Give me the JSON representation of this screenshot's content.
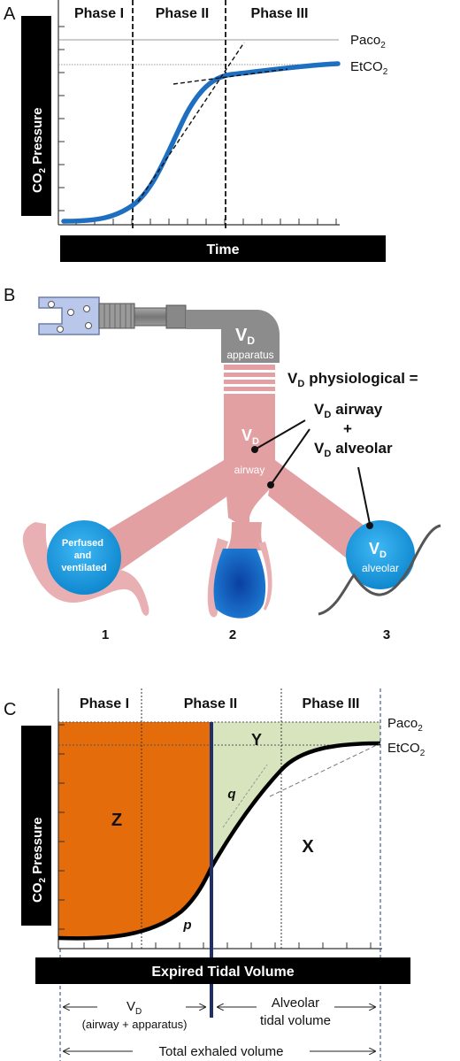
{
  "panelA": {
    "letter": "A",
    "ylabel": "CO",
    "ylabel_sub": "2",
    "ylabel_rest": " Pressure",
    "xlabel": "Time",
    "phase1": "Phase I",
    "phase2": "Phase II",
    "phase3": "Phase III",
    "paco2": "Paco",
    "paco2_sub": "2",
    "etco2": "EtCO",
    "etco2_sub": "2"
  },
  "panelB": {
    "letter": "B",
    "vd": "V",
    "vd_sub": "D",
    "apparatus": "apparatus",
    "airway": "airway",
    "alveolar": "alveolar",
    "physiological": "physiological =",
    "vd_airway": "airway",
    "plus": "+",
    "vd_alveolar": "alveolar",
    "perfused_line1": "Perfused",
    "perfused_line2": "and",
    "perfused_line3": "ventilated",
    "num1": "1",
    "num2": "2",
    "num3": "3",
    "colors": {
      "airway": "#e2a0a3",
      "alveolus": "#1f9de0",
      "apparatus": "#8c8c8c",
      "mouthpiece": "#b9c8ea"
    }
  },
  "panelC": {
    "letter": "C",
    "ylabel": "CO",
    "ylabel_sub": "2",
    "ylabel_rest": " Pressure",
    "xlabel": "Expired Tidal Volume",
    "phase1": "Phase I",
    "phase2": "Phase II",
    "phase3": "Phase III",
    "paco2": "Paco",
    "paco2_sub": "2",
    "etco2": "EtCO",
    "etco2_sub": "2",
    "region_z": "Z",
    "region_y": "Y",
    "region_x": "X",
    "label_q": "q",
    "label_p": "p",
    "vd": "V",
    "vd_sub": "D",
    "vd_note": "(airway + apparatus)",
    "alveolar_line1": "Alveolar",
    "alveolar_line2": "tidal volume",
    "total": "Total  exhaled volume",
    "colors": {
      "z": "#e46c0a",
      "y": "#d7e4bd",
      "curve": "#000000",
      "divider": "#1f2f6b"
    }
  }
}
